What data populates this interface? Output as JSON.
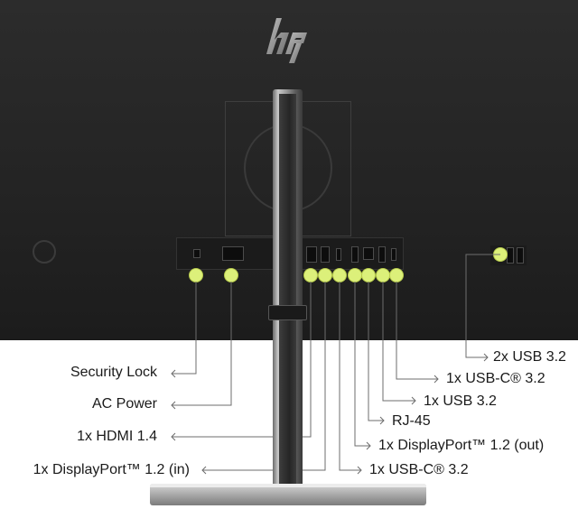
{
  "brand": {
    "logo": "hp",
    "logo_icon": "hp-logo-icon"
  },
  "colors": {
    "indicator": "#dcf07a",
    "monitor": "#262626",
    "stand": "#a9a9a9"
  },
  "callouts": {
    "left": [
      {
        "id": "security-lock",
        "text": "Security Lock"
      },
      {
        "id": "ac-power",
        "text": "AC Power"
      },
      {
        "id": "hdmi",
        "text": "1x HDMI 1.4"
      },
      {
        "id": "dp-in",
        "text": "1x DisplayPort™ 1.2 (in)"
      }
    ],
    "right": [
      {
        "id": "usb-a-side",
        "text": "2x USB 3.2"
      },
      {
        "id": "usb-c-upper",
        "text": "1x USB-C® 3.2"
      },
      {
        "id": "usb-a",
        "text": "1x USB 3.2"
      },
      {
        "id": "rj45",
        "text": "RJ-45"
      },
      {
        "id": "dp-out",
        "text": "1x DisplayPort™ 1.2 (out)"
      },
      {
        "id": "usb-c-lower",
        "text": "1x USB-C® 3.2"
      }
    ]
  }
}
